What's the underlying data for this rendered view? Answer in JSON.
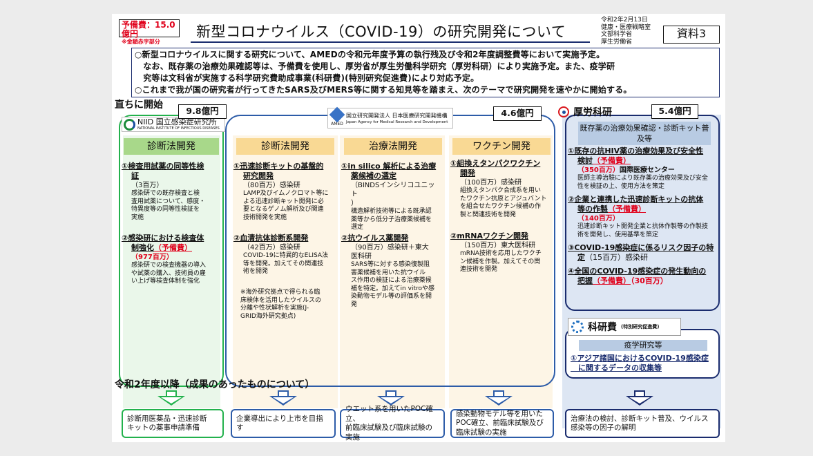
{
  "budget_tag": {
    "line1": "予備費：15.0億円",
    "line2": "※金額赤字部分"
  },
  "title": "新型コロナウイルス（COVID-19）の研究開発について",
  "meta": [
    "令和2年2月13日",
    "健康・医療戦略室",
    "文部科学省",
    "厚生労働省"
  ],
  "doc_no": "資料3",
  "notice": [
    "○新型コロナウイルスに関する研究について、AMEDの令和元年度予算の執行残及び令和2年度調整費等において実施予定。",
    "　なお、既存薬の治療効果確認等は、予備費を使用し、厚労省が厚生労働科学研究（厚労科研）により実施予定。また、疫学研",
    "　究等は文科省が実施する科学研究費助成事業(科研費)(特別研究促進費)により対応予定。",
    "○これまで我が国の研究者が行ってきたSARS及びMERS等に関する知見等を踏まえ、次のテーマで研究開発を速やかに開始する。"
  ],
  "immediate_label": "直ちに開始",
  "budgets": {
    "niid": "9.8億円",
    "amed": "4.6億円",
    "mhlw": "5.4億円"
  },
  "logos": {
    "niid_main": "国立感染症研究所",
    "niid_prefix": "NIID",
    "niid_en": "NATIONAL INSTITUTE OF INFECTIOUS DISEASES",
    "amed_line1": "国立研究開発法人 日本医療研究開発機構",
    "amed_line2": "Japan Agency for Medical Research and Development",
    "amed_abbr": "AMED",
    "mhlw": "厚労科研",
    "kaken": "科研費",
    "kaken_sub": "(特別研究促進費)"
  },
  "categories": [
    "診断法開発",
    "診断法開発",
    "治療法開発",
    "ワクチン開発",
    "既存薬の治療効果確認・診断キット普及等"
  ],
  "col1": {
    "item1": {
      "title": [
        "①検査用試薬の同等性検",
        "証"
      ],
      "amount": "（3百万）",
      "desc": [
        "感染研での既存検査と検",
        "査用試薬について、感度・",
        "特異度等の同等性検証を",
        "実施"
      ]
    },
    "item2": {
      "title_a": "②感染研における検査体",
      "title_b": "制強化",
      "reserve": "（予備費）",
      "amount": "（977百万）",
      "desc": [
        "感染研での検査機器の導入",
        "や試薬の購入、技術員の雇",
        "い上げ等検査体制を強化"
      ]
    }
  },
  "col2": {
    "item1": {
      "title": [
        "①迅速診断キットの基盤的",
        "研究開発"
      ],
      "amount": "（80百万）感染研",
      "desc": [
        "LAMP及びイムノクロマト等に",
        "よる迅速診断キット開発に必",
        "要となるゲノム解析及び関連",
        "技術開発を実施"
      ]
    },
    "item2": {
      "title": [
        "②血清抗体診断系開発"
      ],
      "amount": "（42百万）感染研",
      "desc": [
        "COVID-19に特異的なELISA法",
        "等を開発。加えてその関連技",
        "術を開発"
      ]
    },
    "note": [
      "※海外研究拠点で得られる臨",
      "床検体を活用したウイルスの",
      "分離や性状解析を実施(J-",
      "GRID海外研究拠点)"
    ]
  },
  "col3": {
    "item1": {
      "title": [
        "①in silico 解析による治療",
        "薬候補の選定"
      ],
      "amount": [
        "（BINDSインシリコユニット",
        "）"
      ],
      "desc": [
        "構造解析技術等による既承認",
        "薬等から低分子治療薬候補を",
        "選定"
      ]
    },
    "item2": {
      "title": [
        "②抗ウイルス薬開発"
      ],
      "amount": [
        "（90百万）感染研＋東大",
        "医科研"
      ],
      "desc": [
        "SARS等に対する感染復製阻",
        "害薬候補を用いた抗ウイル",
        "ス作用の検証による治療薬候",
        "補を特定。加えてin vitroや感",
        "染動物モデル等の評価系を開",
        "発"
      ]
    }
  },
  "col4": {
    "item1": {
      "title": [
        "①組換えタンパクワクチン",
        "開発"
      ],
      "amount": "（100百万）感染研",
      "desc": [
        "組換えタンパク合成系を用い",
        "たワクチン抗原とアジュバント",
        "を組合せたワクチン候補の作",
        "製と関連技術を開発"
      ]
    },
    "item2": {
      "title": [
        "②mRNAワクチン開発"
      ],
      "amount": "（150百万）東大医科研",
      "desc": [
        "mRNA技術を応用したワクチ",
        "ン候補を作製。加えてその関",
        "連技術を開発"
      ]
    }
  },
  "col5": {
    "item1": {
      "title": [
        "①既存の抗HIV薬の治療効果及び安全性",
        "検討"
      ],
      "reserve": "（予備費）",
      "amount": "（350百万）",
      "org": "国際医療センター",
      "desc": [
        "医師主導治験により既存薬の治療効果及び安全",
        "性を検証の上、使用方法を策定"
      ]
    },
    "item2": {
      "title": [
        "②企業と連携した迅速診断キットの抗体",
        "等の作製"
      ],
      "reserve": "（予備費）",
      "amount": "（140百万）",
      "desc": [
        "迅速診断キット開発企業と抗体作製等の作製技",
        "術を開発し、使用基準を策定"
      ]
    },
    "item3": {
      "title": "③COVID-19感染症に係るリスク因子の特",
      "title2": "定",
      "amount": "（15百万）感染研"
    },
    "item4": {
      "title": "④全国のCOVID-19感染症の発生動向の",
      "title2": "把握",
      "reserve": "（予備費）",
      "amount": "（30百万）"
    }
  },
  "kaken": {
    "subhead": "疫学研究等",
    "item": [
      "①アジア諸国におけるCOVID-19感染症",
      "　に関するデータの収集等"
    ]
  },
  "after_label": "令和2年度以降（成果のあったものについて）",
  "outcomes": [
    [
      "診断用医薬品・迅速診断",
      "キットの薬事申請準備"
    ],
    [
      "企業導出により上市を目指す"
    ],
    [
      "ウエット系を用いたPOC確立、",
      "前臨床試験及び臨床試験の",
      "実施"
    ],
    [
      "感染動物モデル等を用いた",
      "POC確立、前臨床試験及び",
      "臨床試験の実施"
    ],
    [
      "治療法の検討、診断キット普及、ウイルス",
      "感染等の因子の解明"
    ]
  ],
  "colors": {
    "green": "#22b14c",
    "blue": "#2d5ca8",
    "navy": "#1a2c6e",
    "red": "#e0001a",
    "cat_green": "#a8d88a",
    "cat_orange": "#f9d994",
    "cat_blue": "#b8cbe3"
  }
}
